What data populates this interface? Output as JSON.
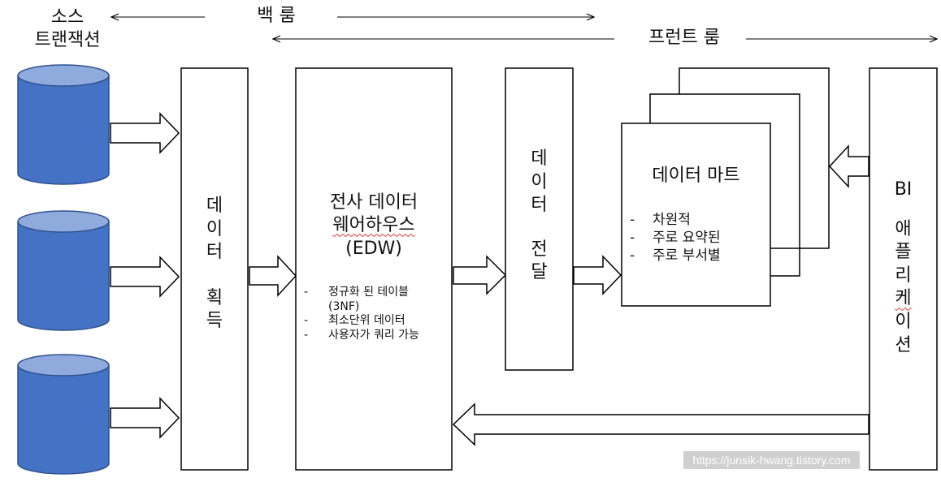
{
  "headers": {
    "source_line1": "소스",
    "source_line2": "트랜잭션",
    "back_room": "백 룸",
    "front_room": "프런트 룸"
  },
  "acquisition": {
    "line1": [
      "데",
      "이",
      "터"
    ],
    "line2": [
      "획",
      "득"
    ]
  },
  "edw": {
    "title1": "전사 데이터",
    "title2": "웨어하우스",
    "title3": "(EDW)",
    "bullets": [
      {
        "dash": "-",
        "text": "정규화 된 테이블"
      },
      {
        "dash": "",
        "text": "(3NF)"
      },
      {
        "dash": "-",
        "text": "최소단위 데이터"
      },
      {
        "dash": "-",
        "text": "사용자가 쿼리 가능"
      }
    ]
  },
  "delivery": {
    "line1": [
      "데",
      "이",
      "터"
    ],
    "line2": [
      "전",
      "달"
    ]
  },
  "mart": {
    "title": "데이터 마트",
    "bullets": [
      {
        "dash": "-",
        "text": "차원적"
      },
      {
        "dash": "-",
        "text": "주로 요약된"
      },
      {
        "dash": "-",
        "text": "주로 부서별"
      }
    ]
  },
  "bi": {
    "line1": "BI",
    "line2": [
      "애",
      "플",
      "리",
      "케",
      "이",
      "션"
    ]
  },
  "watermark": "https://junsik-hwang.tistory.com",
  "colors": {
    "db_fill": "#4472c4",
    "db_top": "#8faadc",
    "db_stroke": "#2f528f"
  }
}
